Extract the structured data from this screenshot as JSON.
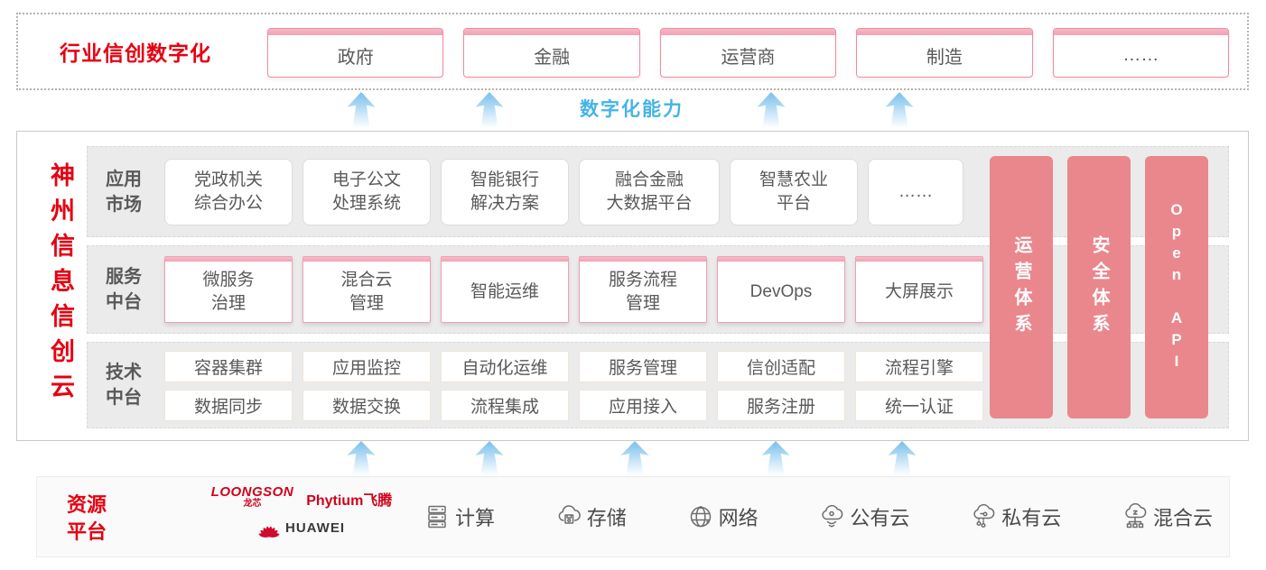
{
  "industry": {
    "label": "行业信创数字化",
    "items": [
      {
        "label": "政府"
      },
      {
        "label": "金融"
      },
      {
        "label": "运营商"
      },
      {
        "label": "制造"
      },
      {
        "label": "……"
      }
    ]
  },
  "capability_label": "数字化能力",
  "platform": {
    "title": "神州信息信创云",
    "rows": [
      {
        "label": "应用\n市场",
        "items": [
          {
            "label": "党政机关\n综合办公"
          },
          {
            "label": "电子公文\n处理系统"
          },
          {
            "label": "智能银行\n解决方案"
          },
          {
            "label": "融合金融\n大数据平台"
          },
          {
            "label": "智慧农业\n平台"
          },
          {
            "label": "……"
          }
        ]
      },
      {
        "label": "服务\n中台",
        "items": [
          {
            "label": "微服务\n治理"
          },
          {
            "label": "混合云\n管理"
          },
          {
            "label": "智能运维"
          },
          {
            "label": "服务流程\n管理"
          },
          {
            "label": "DevOps"
          },
          {
            "label": "大屏展示"
          }
        ]
      },
      {
        "label": "技术\n中台",
        "items": [
          {
            "label": "容器集群"
          },
          {
            "label": "应用监控"
          },
          {
            "label": "自动化运维"
          },
          {
            "label": "服务管理"
          },
          {
            "label": "信创适配"
          },
          {
            "label": "流程引擎"
          }
        ],
        "items2": [
          {
            "label": "数据同步"
          },
          {
            "label": "数据交换"
          },
          {
            "label": "流程集成"
          },
          {
            "label": "应用接入"
          },
          {
            "label": "服务注册"
          },
          {
            "label": "统一认证"
          }
        ]
      }
    ],
    "pillars": [
      {
        "label": "运营体系"
      },
      {
        "label": "安全体系"
      },
      {
        "label": "Open API"
      }
    ]
  },
  "resources": {
    "label": "资源\n平台",
    "vendors": {
      "loongson_en": "LOONGSON",
      "loongson_cn": "龙芯",
      "phytium": "Phytium飞腾",
      "huawei": "HUAWEI"
    },
    "items": [
      {
        "icon": "compute-server-icon",
        "label": "计算"
      },
      {
        "icon": "storage-cloud-icon",
        "label": "存储"
      },
      {
        "icon": "network-globe-icon",
        "label": "网络"
      },
      {
        "icon": "public-cloud-icon",
        "label": "公有云"
      },
      {
        "icon": "private-cloud-icon",
        "label": "私有云"
      },
      {
        "icon": "hybrid-cloud-icon",
        "label": "混合云"
      }
    ]
  },
  "colors": {
    "brand_red": "#e60012",
    "accent_blue": "#45b4e6",
    "pillar_pink": "#e9878d",
    "box_border_pink": "#ef8ba1",
    "row_gray": "#ebebeb",
    "text_gray": "#595959"
  }
}
